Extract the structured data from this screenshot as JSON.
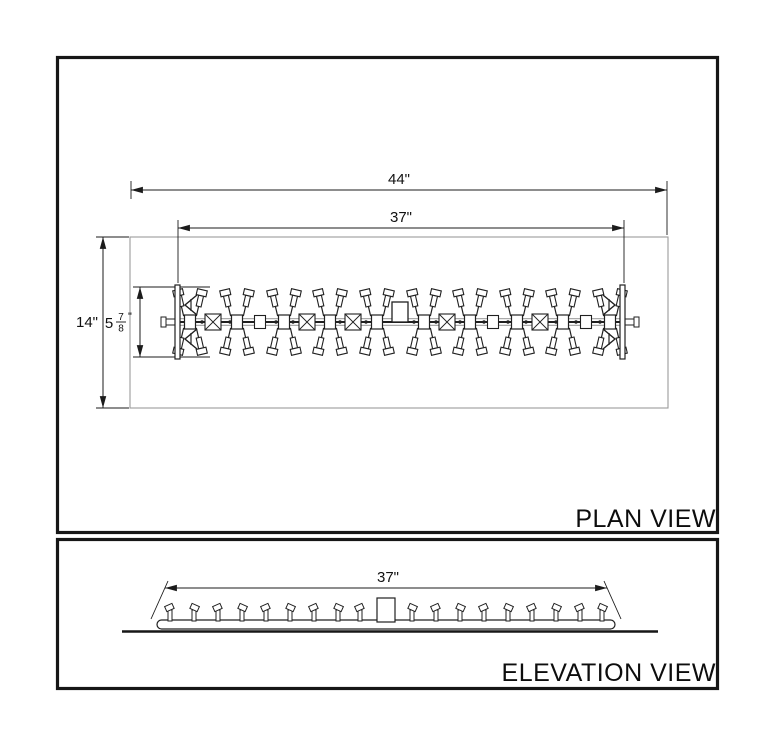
{
  "colors": {
    "background": "#ffffff",
    "line": "#1b1b1b",
    "part_outline": "#9b9b9b"
  },
  "plan_view": {
    "title": "PLAN VIEW",
    "dimensions": {
      "overall_length": "44\"",
      "burner_tip_span": "37\"",
      "overall_depth": "14\"",
      "tip_to_tip_depth": {
        "whole": "5",
        "numerator": "7",
        "denominator": "8",
        "unit": "\""
      }
    }
  },
  "elevation_view": {
    "title": "ELEVATION VIEW",
    "dimensions": {
      "burner_tip_span": "37\""
    }
  }
}
